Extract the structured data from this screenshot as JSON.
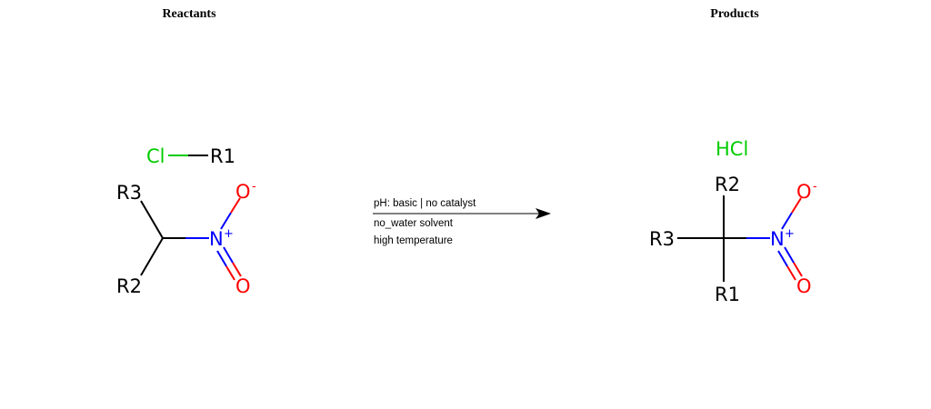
{
  "headings": {
    "reactants": "Reactants",
    "products": "Products"
  },
  "reactants": {
    "chloride": {
      "cl": "Cl",
      "r1": "R1"
    },
    "nitro": {
      "r3": "R3",
      "r2": "R2",
      "n": "N",
      "n_charge": "+",
      "o_top": "O",
      "o_top_charge": "-",
      "o_bottom": "O"
    }
  },
  "conditions": [
    "pH: basic | no catalyst",
    "no_water solvent",
    "high temperature"
  ],
  "products": {
    "hcl": "HCl",
    "nitro": {
      "r2": "R2",
      "r3": "R3",
      "r1": "R1",
      "n": "N",
      "n_charge": "+",
      "o_top": "O",
      "o_top_charge": "-",
      "o_bottom": "O"
    }
  },
  "colors": {
    "carbon": "#000000",
    "chlorine": "#00cc00",
    "nitrogen": "#0000ff",
    "oxygen": "#ff0000"
  }
}
